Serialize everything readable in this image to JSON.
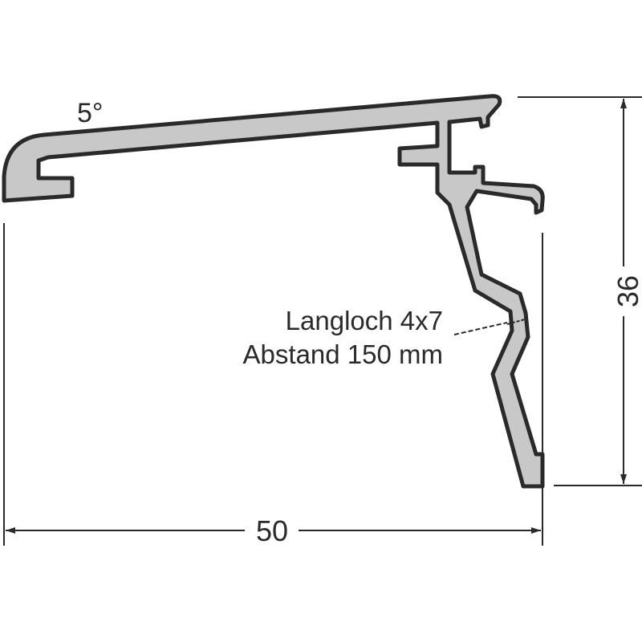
{
  "drawing": {
    "angle_label": "5°",
    "slot_label": "Langloch 4x7",
    "spacing_label": "Abstand 150 mm",
    "width_dimension": "50",
    "height_dimension": "36"
  },
  "colors": {
    "profile_fill": "#c8c8c8",
    "outline": "#2a2a2a",
    "background": "#ffffff"
  }
}
